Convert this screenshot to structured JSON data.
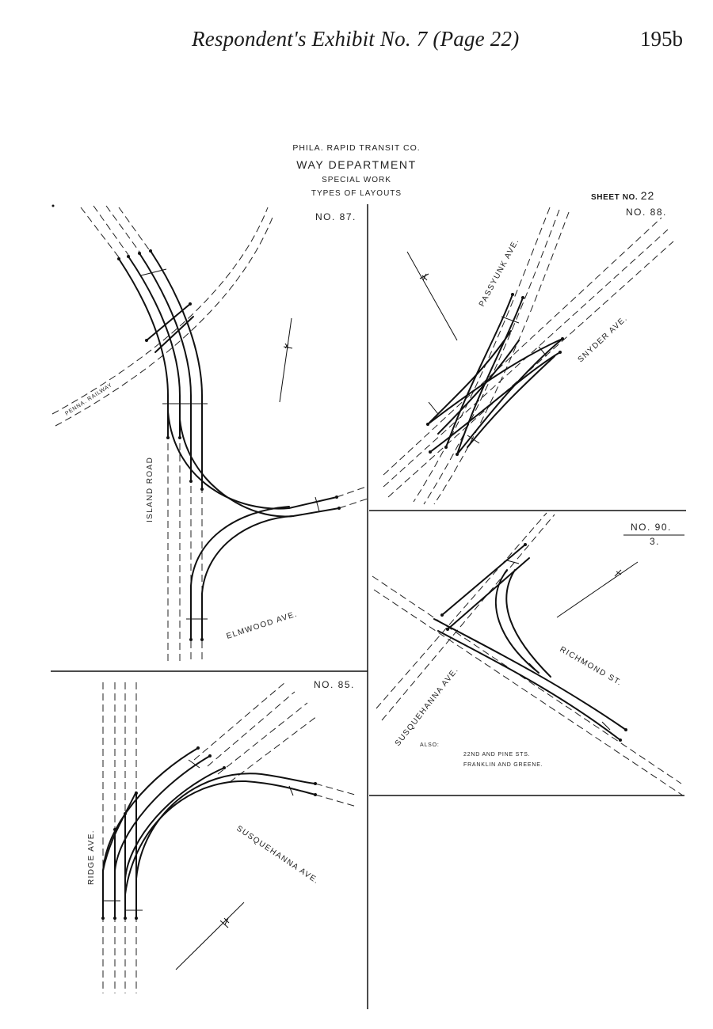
{
  "header": {
    "title": "Respondent's Exhibit No. 7 (Page 22)",
    "page_number": "195b"
  },
  "title_block": {
    "company": "PHILA. RAPID TRANSIT CO.",
    "department": "WAY DEPARTMENT",
    "subject": "SPECIAL WORK",
    "drawing_title": "TYPES OF LAYOUTS",
    "sheet_label": "SHEET NO.",
    "sheet_value": "22"
  },
  "layouts": [
    {
      "number": "NO. 87.",
      "streets": [
        "ISLAND ROAD",
        "ELMWOOD AVE.",
        "PENNA. RAILWAY"
      ]
    },
    {
      "number": "NO. 88.",
      "streets": [
        "PASSYUNK AVE.",
        "SNYDER AVE."
      ]
    },
    {
      "number": "NO. 85.",
      "streets": [
        "RIDGE AVE.",
        "SUSQUEHANNA AVE."
      ]
    },
    {
      "number": "NO. 90.",
      "sub": "3.",
      "streets": [
        "SUSQUEHANNA AVE.",
        "RICHMOND ST."
      ],
      "note_label": "ALSO:",
      "note_lines": [
        "22ND AND PINE STS.",
        "FRANKLIN AND GREENE."
      ]
    }
  ],
  "colors": {
    "ink": "#111111",
    "paper": "#ffffff"
  },
  "icons": [
    "north-arrow-icon"
  ]
}
